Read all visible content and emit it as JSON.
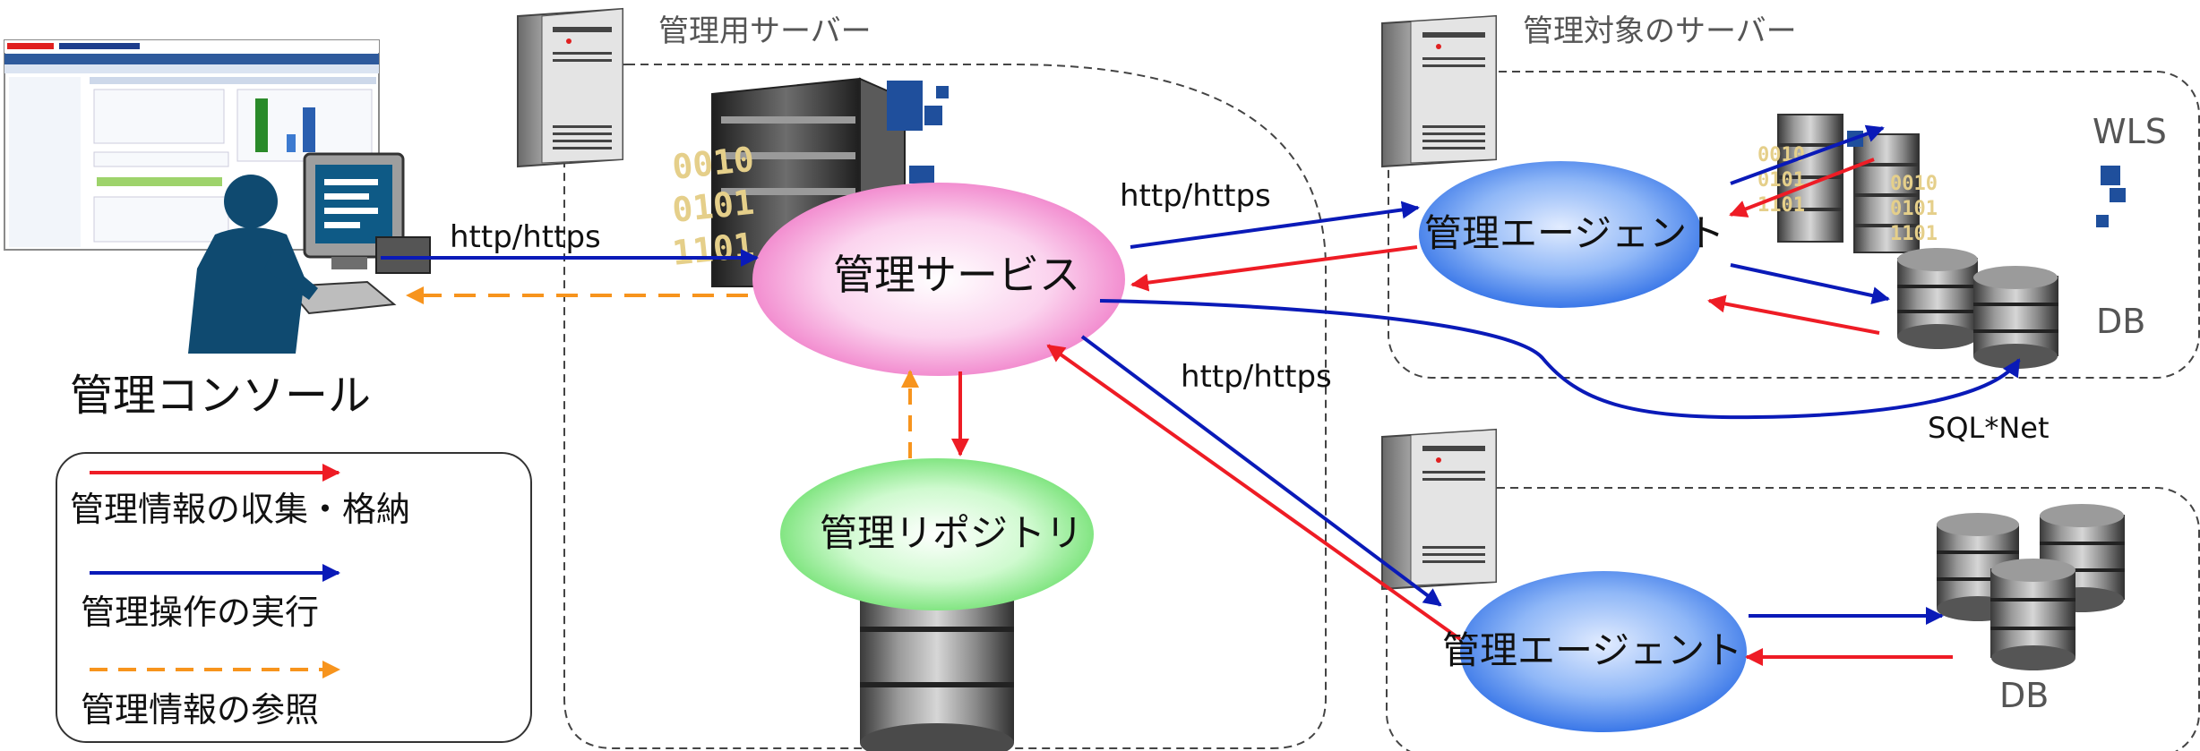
{
  "zones": {
    "mgmt_server": "管理用サーバー",
    "managed_servers": "管理対象のサーバー"
  },
  "nodes": {
    "console": "管理コンソール",
    "service": "管理サービス",
    "repository": "管理リポジトリ",
    "agent_top": "管理エージェント",
    "agent_bottom": "管理エージェント"
  },
  "targets": {
    "wls": "WLS",
    "db_top": "DB",
    "db_bottom": "DB"
  },
  "binary_text": {
    "service_server": [
      "0010",
      "0101",
      "1101"
    ],
    "wls_left": [
      "0010",
      "0101",
      "1101"
    ],
    "wls_right": [
      "0010",
      "0101",
      "1101"
    ]
  },
  "protocols": {
    "console_link": "http/https",
    "agent_top_link": "http/https",
    "agent_bottom_link": "http/https",
    "sqlnet": "SQL*Net"
  },
  "legend": [
    {
      "label": "管理情報の収集・格納",
      "color": "#ee1c25",
      "style": "solid"
    },
    {
      "label": "管理操作の実行",
      "color": "#0a1ab8",
      "style": "solid"
    },
    {
      "label": "管理情報の参照",
      "color": "#f7941d",
      "style": "dashed"
    }
  ],
  "colors": {
    "collect": "#ee1c25",
    "operate": "#0a1ab8",
    "reference": "#f7941d",
    "service_fill": "#f59ad3",
    "repository_fill": "#8ef08e",
    "agent_fill": "#4f8df0"
  }
}
